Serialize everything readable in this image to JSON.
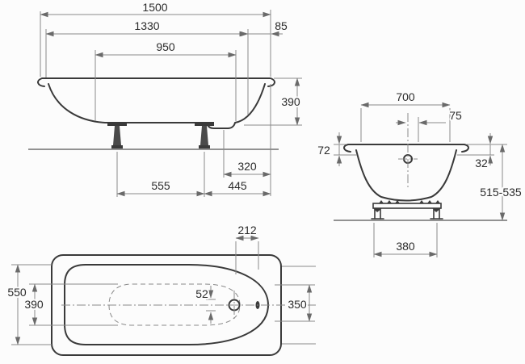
{
  "side_view": {
    "overall_length": "1500",
    "rim_length": "1330",
    "end_offset": "85",
    "bottom_length": "950",
    "depth": "390",
    "leg_spacing": "555",
    "drain_to_end": "320",
    "leg_to_end": "445"
  },
  "end_view": {
    "top_width": "700",
    "overflow_offset": "75",
    "rim_drop_left": "72",
    "rim_drop_right": "32",
    "install_height": "515-535",
    "support_width": "380"
  },
  "plan_view": {
    "drain_to_end": "212",
    "outer_width": "550",
    "bottom_width": "390",
    "drain_diameter": "52",
    "end_inner_width": "350"
  },
  "colors": {
    "line": "#3a3a3a",
    "dim": "#8a8a8a",
    "text": "#2b2b2b",
    "bg": "#fcfcfc",
    "floor": "#6f6f6f"
  }
}
